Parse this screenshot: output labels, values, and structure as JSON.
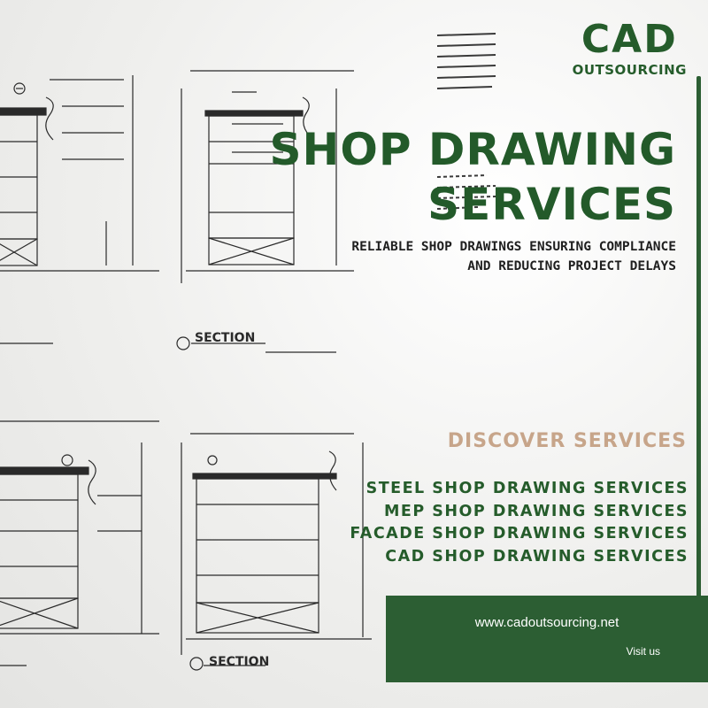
{
  "brand": {
    "name": "CAD",
    "sub": "OUTSOURCING"
  },
  "headline": {
    "line1": "SHOP DRAWING",
    "line2": "SERVICES"
  },
  "tagline": "Reliable Shop Drawings Ensuring Compliance and Reducing Project Delays",
  "discover_label": "DISCOVER SERVICES",
  "services": [
    "STEEL SHOP DRAWING SERVICES",
    "MEP SHOP DRAWING SERVICES",
    "FACADE SHOP DRAWING SERVICES",
    "CAD SHOP DRAWING SERVICES"
  ],
  "website": "www.cadoutsourcing.net",
  "cta": "Visit us",
  "drawing": {
    "section_label": "SECTION"
  },
  "colors": {
    "brand_green": "#255c2b",
    "accent_beige": "#c7a58a",
    "banner_green": "#2c5e33",
    "background": "#f4f4f2"
  }
}
